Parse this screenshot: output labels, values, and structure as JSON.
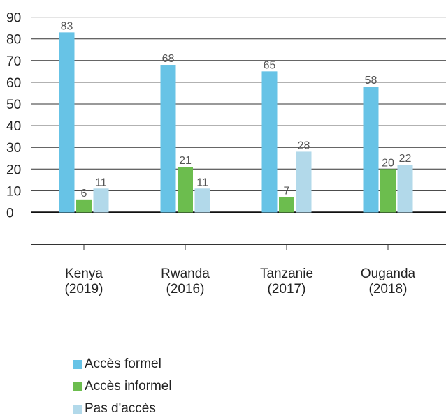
{
  "chart_data": {
    "type": "bar",
    "categories": [
      [
        "Kenya",
        "(2019)"
      ],
      [
        "Rwanda",
        "(2016)"
      ],
      [
        "Tanzanie",
        "(2017)"
      ],
      [
        "Ouganda",
        "(2018)"
      ]
    ],
    "series": [
      {
        "name": "Accès formel",
        "values": [
          83,
          68,
          65,
          58
        ],
        "color": "#67c3e6"
      },
      {
        "name": "Accès informel",
        "values": [
          6,
          21,
          7,
          20
        ],
        "color": "#6cbd4e"
      },
      {
        "name": "Pas d'accès",
        "values": [
          11,
          11,
          28,
          22
        ],
        "color": "#b2d9ea"
      }
    ],
    "ylim": [
      0,
      90
    ],
    "yticks": [
      0,
      10,
      20,
      30,
      40,
      50,
      60,
      70,
      80,
      90
    ],
    "grid": true,
    "legend_position": "bottom-left"
  }
}
